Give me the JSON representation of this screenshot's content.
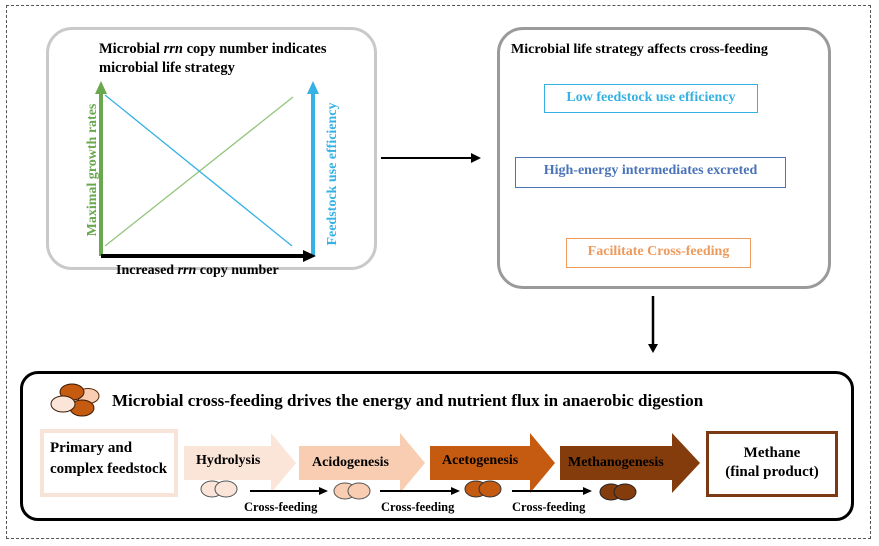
{
  "left_panel": {
    "title_line1_pre": "Microbial ",
    "title_line1_em": "rrn",
    "title_line1_post": " copy number indicates",
    "title_line2": "microbial life strategy",
    "y_left_label": "Maximal growth rates",
    "y_right_label": "Feedstock use efficiency",
    "x_label_pre": "Increased ",
    "x_label_em": "rrn",
    "x_label_post": " copy number"
  },
  "right_panel": {
    "title": "Microbial life strategy affects cross-feeding",
    "steps": [
      "Low feedstock use efficiency",
      "High-energy intermediates excreted",
      "Facilitate Cross-feeding"
    ]
  },
  "bottom_panel": {
    "title": "Microbial cross-feeding drives the energy and nutrient flux in anaerobic digestion",
    "feedstock_line1": "Primary and",
    "feedstock_line2": "complex feedstock",
    "stages": [
      "Hydrolysis",
      "Acidogenesis",
      "Acetogenesis",
      "Methanogenesis"
    ],
    "product_line1": "Methane",
    "product_line2": "(final product)",
    "cross_feeding_label": "Cross-feeding"
  },
  "colors": {
    "green_axis": "#6aa84f",
    "blue_axis": "#36b1e4",
    "low_box": "#36b1e4",
    "high_box": "#4a73b8",
    "facil_box": "#ed9a5d",
    "stage1": "#fbe5d9",
    "stage2": "#f8cdb1",
    "stage3": "#c55a11",
    "stage4": "#843c0c"
  }
}
